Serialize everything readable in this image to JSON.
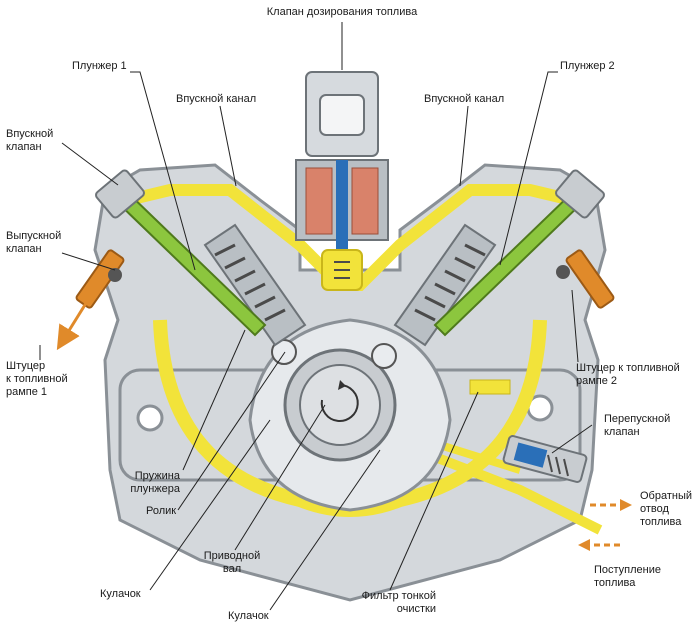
{
  "colors": {
    "housing": "#d4d8dc",
    "housing_edge": "#8a9096",
    "fuel": "#f2e33a",
    "fuel_edge": "#c9b61a",
    "plunger": "#8cc63e",
    "valve": "#e08a2a",
    "spring": "#4a4a4a",
    "solenoid_coil": "#d9826a",
    "solenoid_core": "#2a6fb8",
    "leader": "#222222"
  },
  "labels": {
    "metering_valve": "Клапан дозирования топлива",
    "plunger_1": "Плунжер 1",
    "plunger_2": "Плунжер 2",
    "intake_channel_left": "Впускной канал",
    "intake_channel_right": "Впускной канал",
    "intake_valve": "Впускной\nклапан",
    "exhaust_valve": "Выпускной\nклапан",
    "rail_fitting_1": "Штуцер\nк топливной\nрампе 1",
    "rail_fitting_2": "Штуцер к топливной\nрампе 2",
    "bypass_valve": "Перепускной\nклапан",
    "return_line": "Обратный\nотвод\nтоплива",
    "fuel_supply": "Поступление\nтоплива",
    "plunger_spring": "Пружина\nплунжера",
    "roller": "Ролик",
    "drive_shaft": "Приводной\nвал",
    "cam_left": "Кулачок",
    "cam_bottom": "Кулачок",
    "fine_filter": "Фильтр тонкой\nочистки"
  }
}
